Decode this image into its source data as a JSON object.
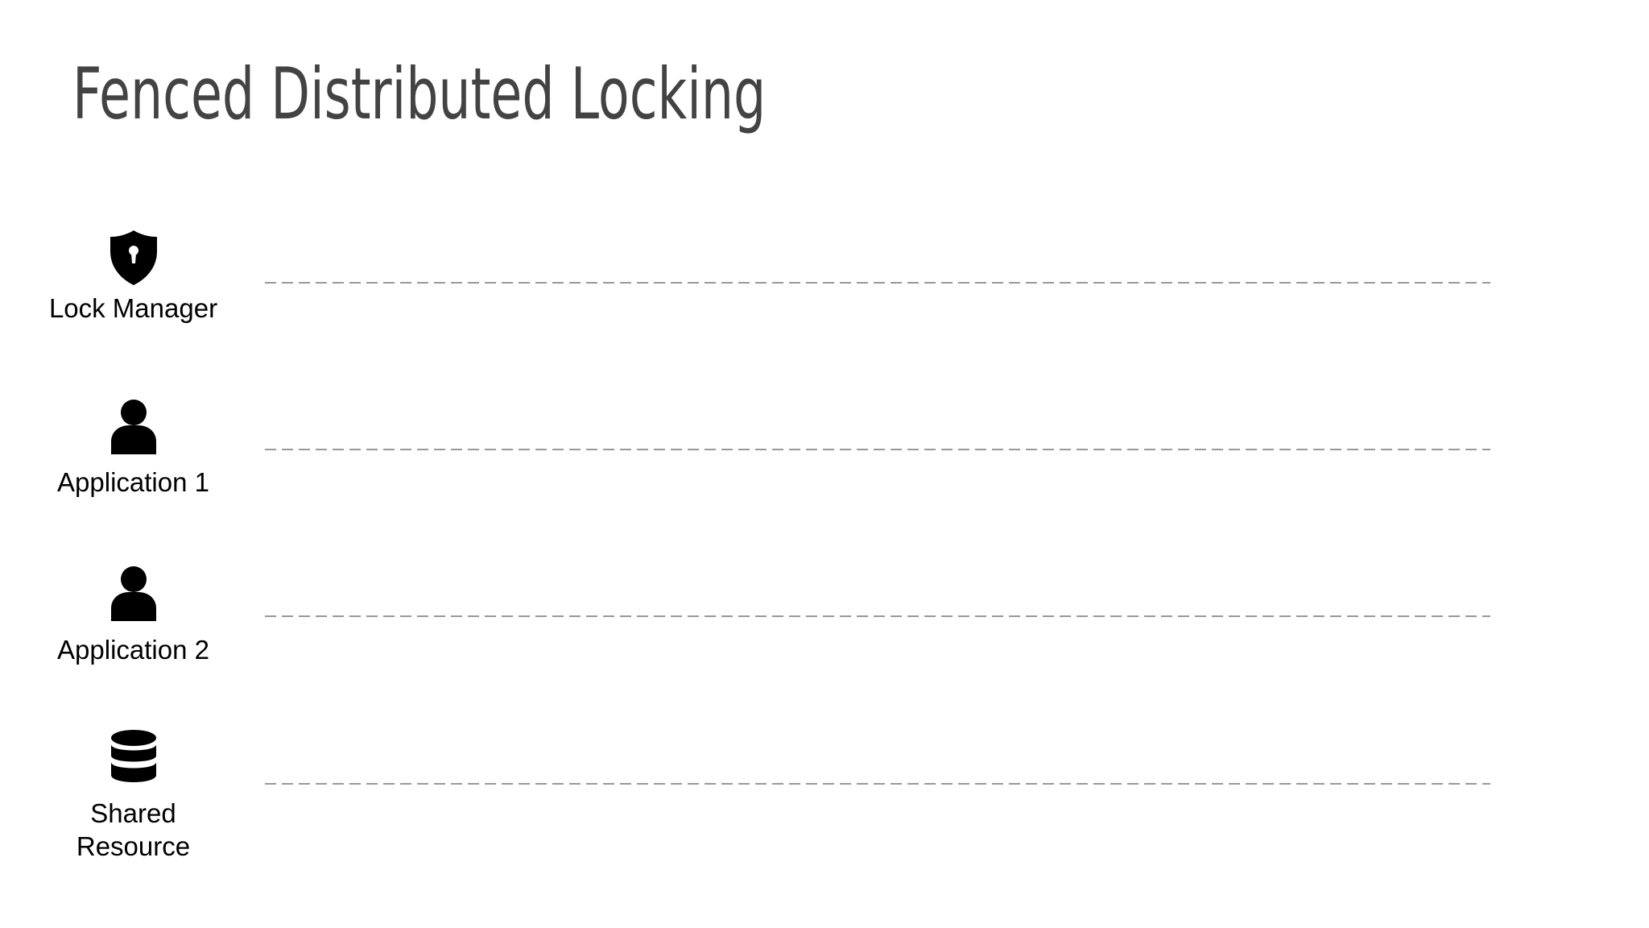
{
  "slide": {
    "title": "Fenced Distributed Locking"
  },
  "participants": [
    {
      "id": "lock-manager",
      "label": "Lock Manager",
      "icon": "shield-keyhole-icon"
    },
    {
      "id": "application-1",
      "label": "Application 1",
      "icon": "user-icon"
    },
    {
      "id": "application-2",
      "label": "Application 2",
      "icon": "user-icon"
    },
    {
      "id": "shared-resource",
      "label": "Shared\nResource",
      "icon": "database-icon"
    }
  ],
  "colors": {
    "title": "#434343",
    "label": "#000000",
    "icon": "#000000",
    "lifeline": "#999999"
  }
}
